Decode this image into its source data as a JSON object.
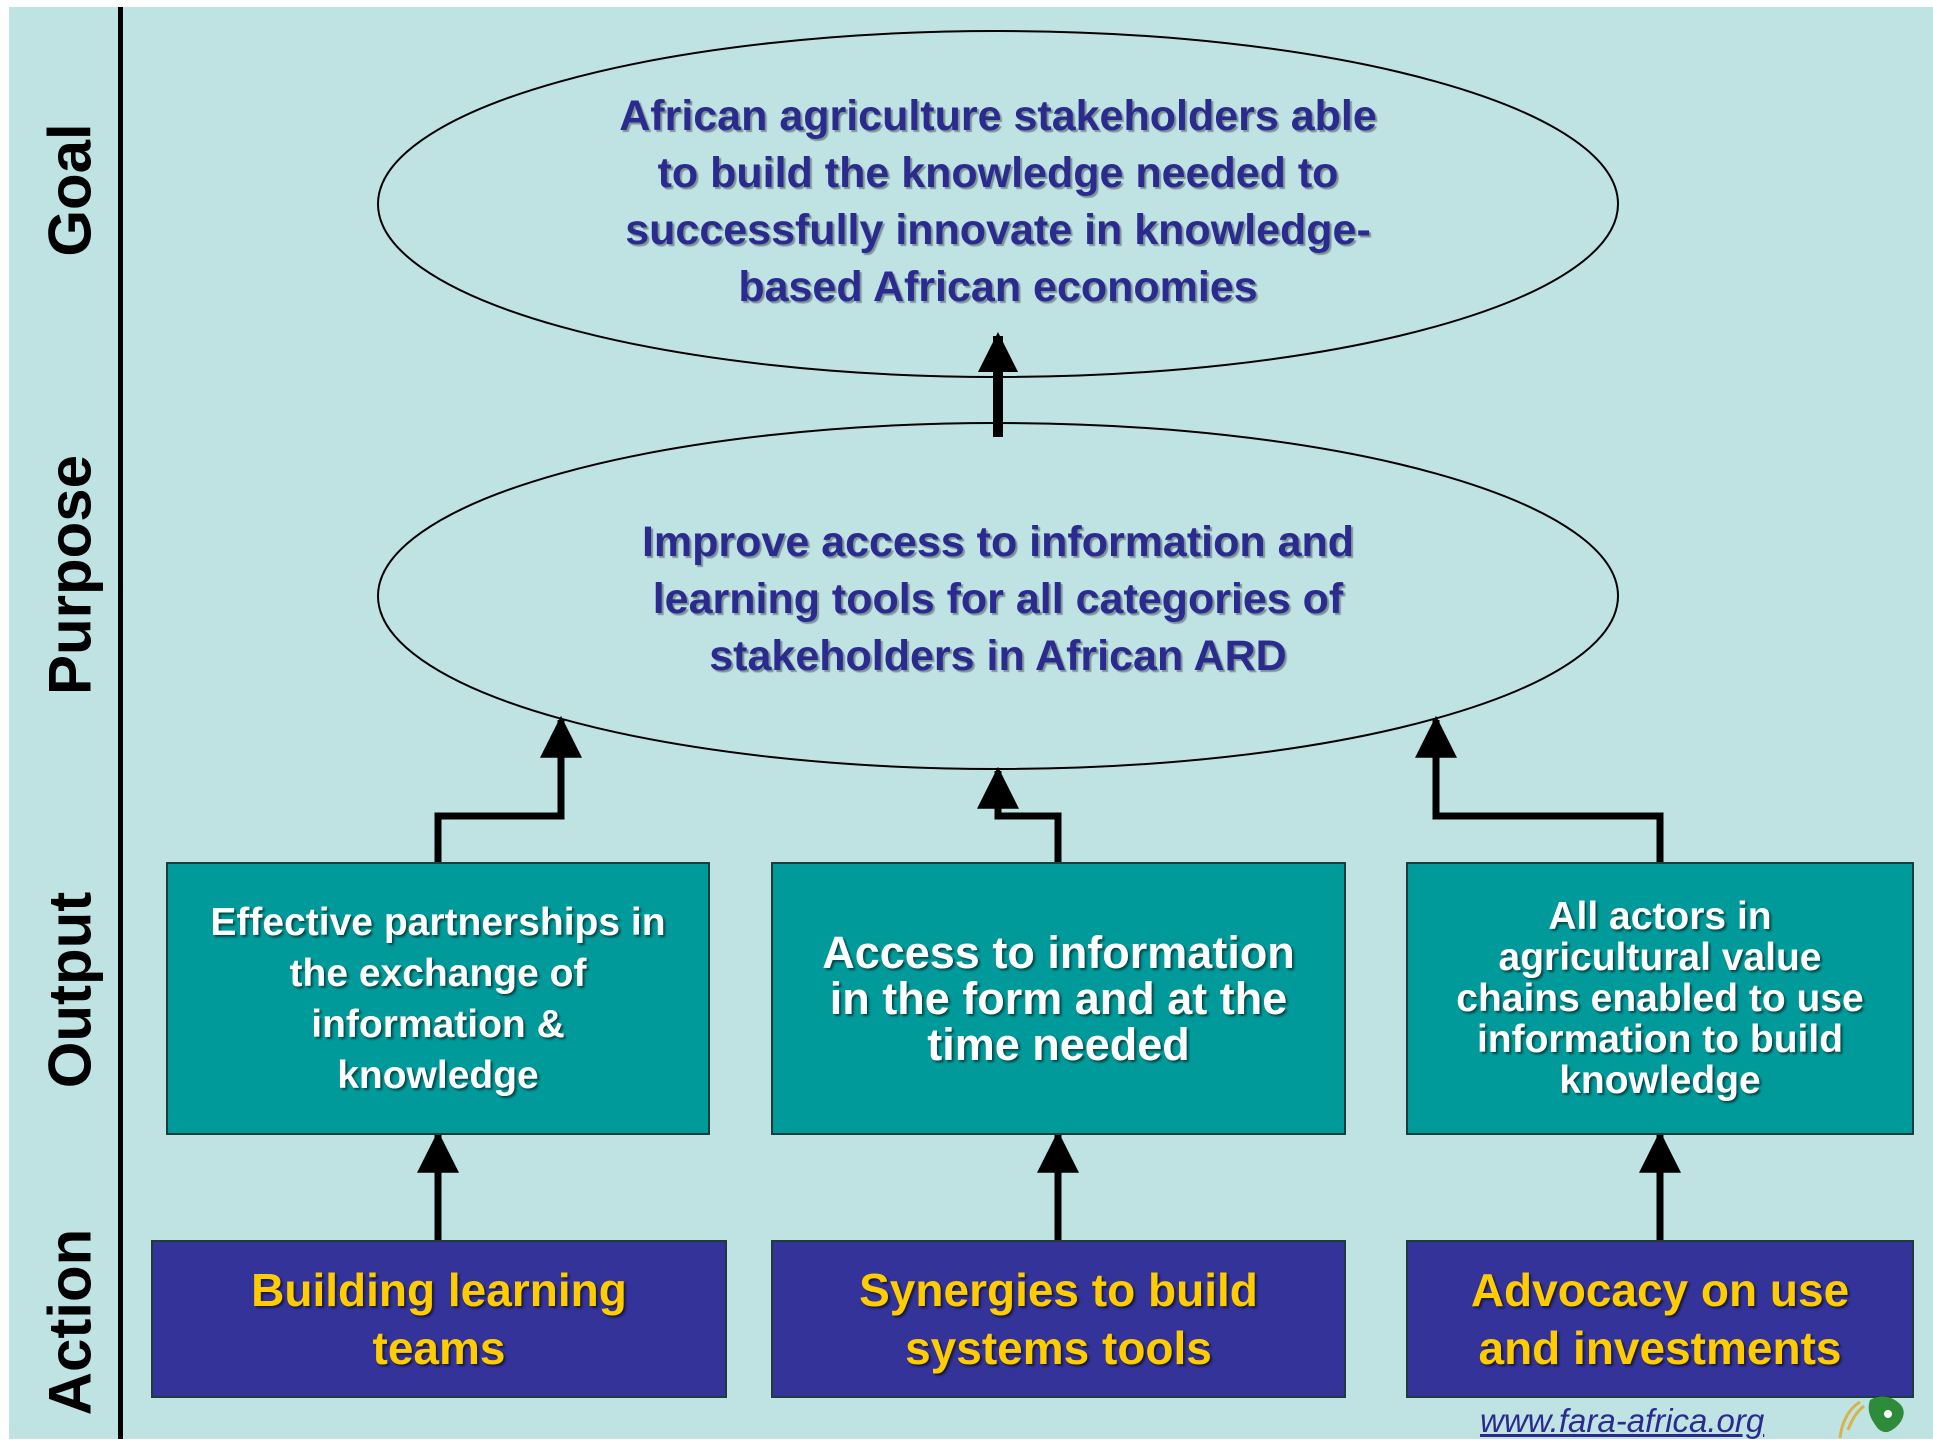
{
  "levels": {
    "goal": "Goal",
    "purpose": "Purpose",
    "output": "Output",
    "action": "Action"
  },
  "goal": {
    "line1": "African agriculture stakeholders able",
    "line2": "to build the knowledge needed to",
    "line3": "successfully innovate in knowledge-",
    "line4": "based African economies"
  },
  "purpose": {
    "line1": "Improve access to information and",
    "line2": "learning tools for all categories of",
    "line3": "stakeholders in African ARD"
  },
  "outputs": [
    {
      "lines": [
        "Effective partnerships in",
        "the exchange of",
        "information &",
        "knowledge"
      ]
    },
    {
      "lines": [
        "Access to information",
        "in the form and at the",
        "time needed"
      ]
    },
    {
      "lines": [
        "All actors in",
        "agricultural value",
        "chains enabled to use",
        "information to build",
        "knowledge"
      ]
    }
  ],
  "actions": [
    {
      "lines": [
        "Building learning",
        "teams"
      ]
    },
    {
      "lines": [
        "Synergies to build",
        "systems tools"
      ]
    },
    {
      "lines": [
        "Advocacy on use",
        "and investments"
      ]
    }
  ],
  "footer": {
    "url": "www.fara-africa.org"
  },
  "colors": {
    "background": "#bfe2e3",
    "ellipse_text": "#2b2b8f",
    "output_box": "#009a9a",
    "action_box": "#333399",
    "action_text": "#ffcc00"
  }
}
